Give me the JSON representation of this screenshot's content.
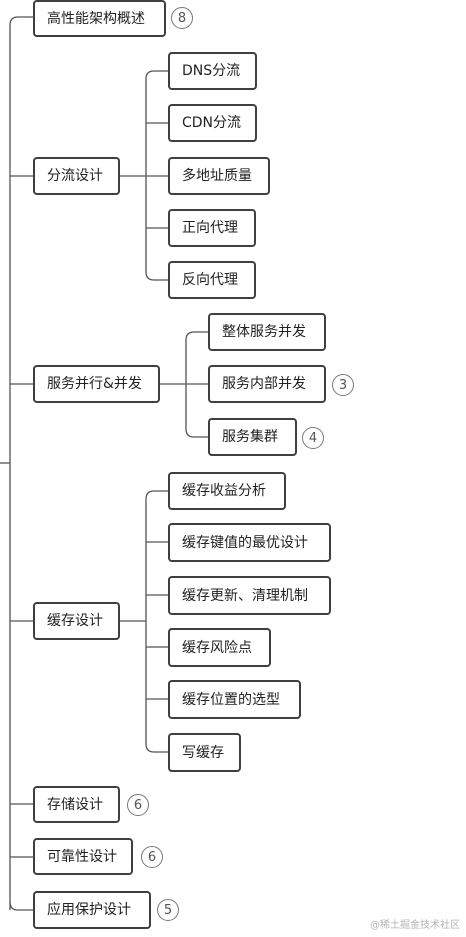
{
  "nodes": {
    "overview": "高性能架构概述",
    "divert": "分流设计",
    "dns": "DNS分流",
    "cdn": "CDN分流",
    "multi": "多地址质量",
    "forward": "正向代理",
    "reverse": "反向代理",
    "parallel": "服务并行&并发",
    "whole": "整体服务并发",
    "inner": "服务内部并发",
    "cluster": "服务集群",
    "cache": "缓存设计",
    "c1": "缓存收益分析",
    "c2": "缓存键值的最优设计",
    "c3": "缓存更新、清理机制",
    "c4": "缓存风险点",
    "c5": "缓存位置的选型",
    "c6": "写缓存",
    "storage": "存储设计",
    "reliability": "可靠性设计",
    "protection": "应用保护设计"
  },
  "badges": {
    "overview": "8",
    "inner": "3",
    "cluster": "4",
    "storage": "6",
    "reliability": "6",
    "protection": "5"
  },
  "watermark": "@稀土掘金技术社区"
}
